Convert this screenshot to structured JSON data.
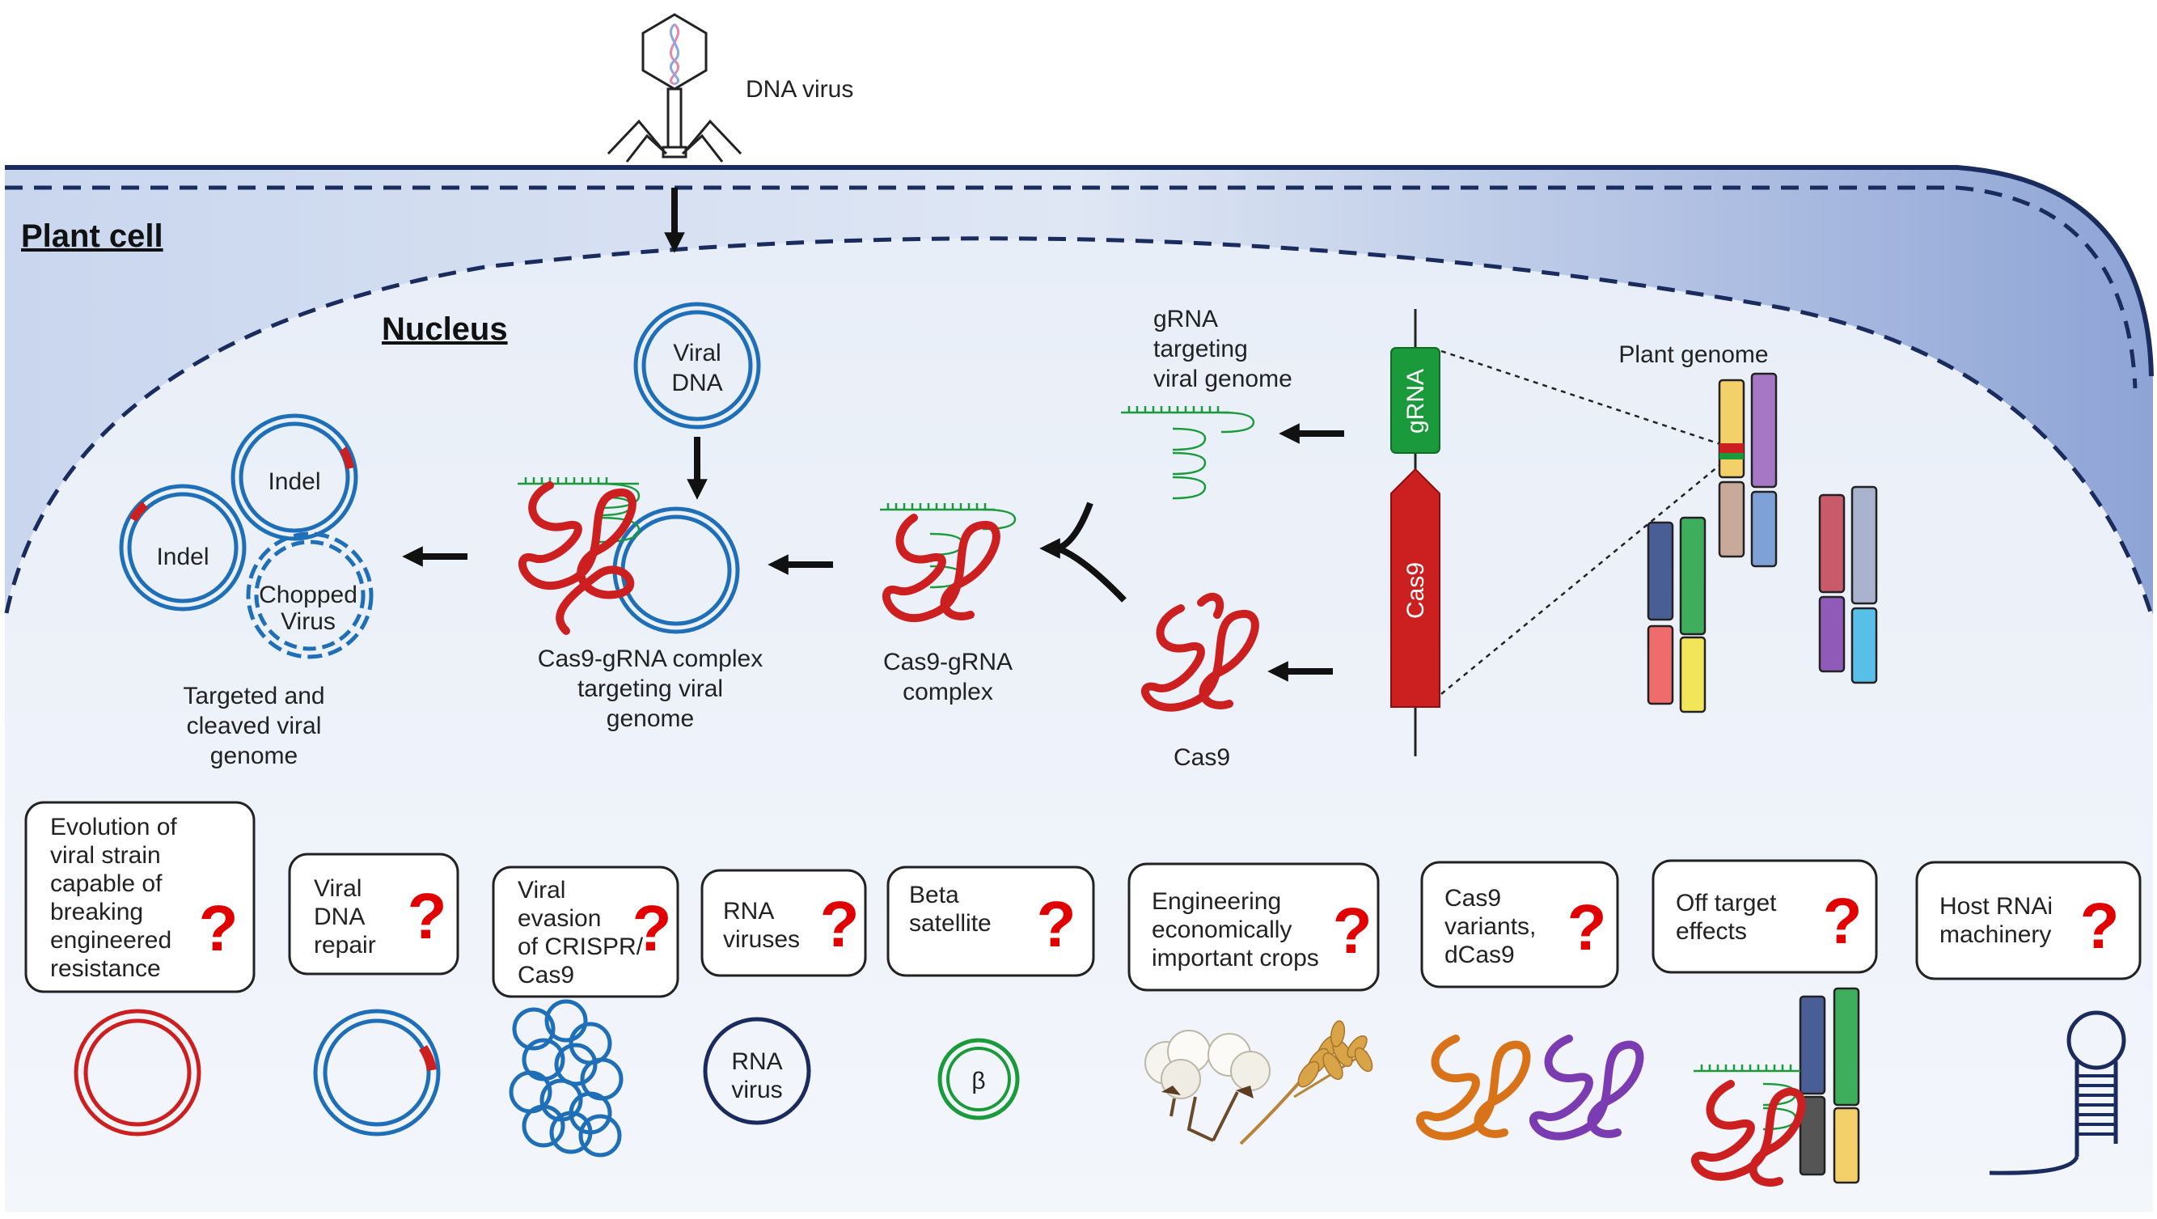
{
  "labels": {
    "dna_virus": "DNA virus",
    "plant_cell": "Plant cell",
    "nucleus": "Nucleus",
    "viral_dna": [
      "Viral",
      "DNA"
    ],
    "indel": "Indel",
    "chopped_virus": [
      "Chopped",
      "Virus"
    ],
    "targeted_cleaved": [
      "Targeted and",
      "cleaved viral",
      "genome"
    ],
    "complex_targeting": [
      "Cas9-gRNA complex",
      "targeting viral",
      "genome"
    ],
    "complex": [
      "Cas9-gRNA",
      "complex"
    ],
    "grna_targeting": [
      "gRNA",
      "targeting",
      "viral genome"
    ],
    "cas9": "Cas9",
    "grna_gene": "gRNA",
    "cas9_gene": "Cas9",
    "plant_genome": "Plant genome"
  },
  "question_boxes": [
    {
      "lines": [
        "Evolution of",
        "viral strain",
        "capable of",
        "breaking",
        "engineered",
        "resistance"
      ],
      "mark": "?"
    },
    {
      "lines": [
        "Viral",
        "DNA",
        "repair"
      ],
      "mark": "?"
    },
    {
      "lines": [
        "Viral",
        "evasion",
        "of CRISPR/",
        "Cas9"
      ],
      "mark": "?"
    },
    {
      "lines": [
        "RNA",
        "viruses"
      ],
      "mark": "?"
    },
    {
      "lines": [
        "Beta",
        "satellite"
      ],
      "mark": "?"
    },
    {
      "lines": [
        "Engineering",
        "economically",
        "important crops"
      ],
      "mark": "?"
    },
    {
      "lines": [
        "Cas9",
        "variants,",
        "dCas9"
      ],
      "mark": "?"
    },
    {
      "lines": [
        "Off target",
        "effects"
      ],
      "mark": "?"
    },
    {
      "lines": [
        "Host RNAi",
        "machinery"
      ],
      "mark": "?"
    }
  ],
  "icons": {
    "rna_virus": [
      "RNA",
      "virus"
    ],
    "beta": "β"
  },
  "colors": {
    "cell_membrane": "#1a2b5e",
    "dna_blue": "#1f6fb8",
    "cas9_red": "#cc1f1f",
    "grna_green": "#1a9a3a",
    "question_red": "#e10000",
    "cytoplasm_light": "#eef3fa",
    "cytoplasm_dark": "#93a8d8"
  }
}
